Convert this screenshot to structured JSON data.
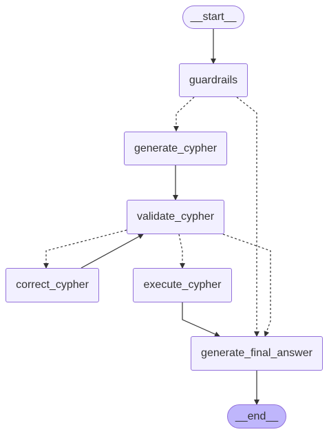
{
  "diagram": {
    "type": "flowchart",
    "colors": {
      "node_fill": "#f2f0ff",
      "node_border": "#9370db",
      "end_fill": "#bfb6fc",
      "edge": "#333333",
      "text": "#333333"
    },
    "nodes": {
      "start": "__start__",
      "guardrails": "guardrails",
      "generate_cypher": "generate_cypher",
      "validate_cypher": "validate_cypher",
      "correct_cypher": "correct_cypher",
      "execute_cypher": "execute_cypher",
      "generate_final_answer": "generate_final_answer",
      "end": "__end__"
    },
    "edges": [
      {
        "from": "__start__",
        "to": "guardrails",
        "style": "solid"
      },
      {
        "from": "guardrails",
        "to": "generate_cypher",
        "style": "dotted"
      },
      {
        "from": "guardrails",
        "to": "generate_final_answer",
        "style": "dotted"
      },
      {
        "from": "generate_cypher",
        "to": "validate_cypher",
        "style": "solid"
      },
      {
        "from": "validate_cypher",
        "to": "correct_cypher",
        "style": "dotted"
      },
      {
        "from": "validate_cypher",
        "to": "execute_cypher",
        "style": "dotted"
      },
      {
        "from": "validate_cypher",
        "to": "generate_final_answer",
        "style": "dotted"
      },
      {
        "from": "correct_cypher",
        "to": "validate_cypher",
        "style": "solid"
      },
      {
        "from": "execute_cypher",
        "to": "generate_final_answer",
        "style": "solid"
      },
      {
        "from": "generate_final_answer",
        "to": "__end__",
        "style": "solid"
      }
    ]
  }
}
